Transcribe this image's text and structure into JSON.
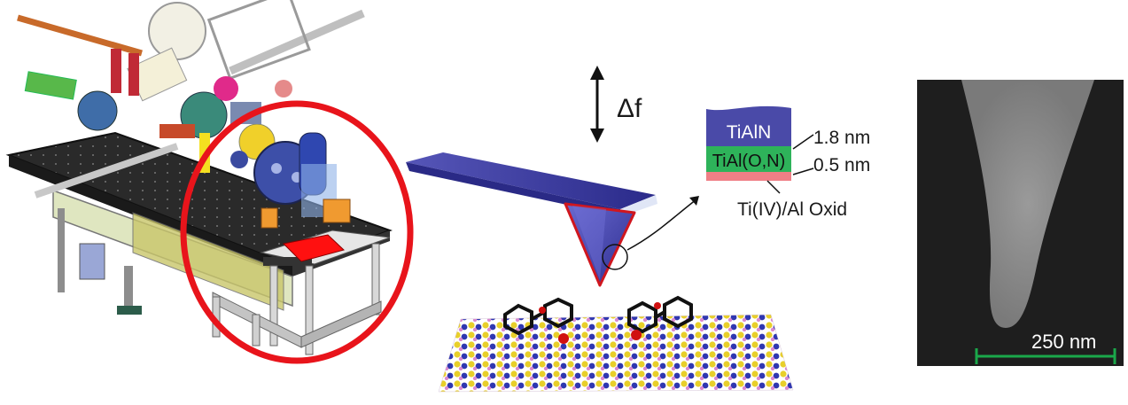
{
  "diagram": {
    "delta_f_label": "Δf",
    "coating_layers": [
      {
        "name": "TiAlN",
        "color": "#4a4aa8"
      },
      {
        "name": "TiAl(O,N)",
        "color": "#2eb35a"
      },
      {
        "name": "Ti(IV)/Al Oxid",
        "color": "#ef7f86"
      }
    ],
    "thickness_labels": [
      "1.8 nm",
      "0.5 nm"
    ],
    "oxide_label": "Ti(IV)/Al Oxid",
    "sem_scalebar_label": "250 nm",
    "colors": {
      "highlight_circle": "#e8141b",
      "cantilever": "#3a3aa0",
      "tip_outline": "#d0161e",
      "sem_background": "#1e1e1e",
      "scalebar": "#1aa84a"
    }
  }
}
